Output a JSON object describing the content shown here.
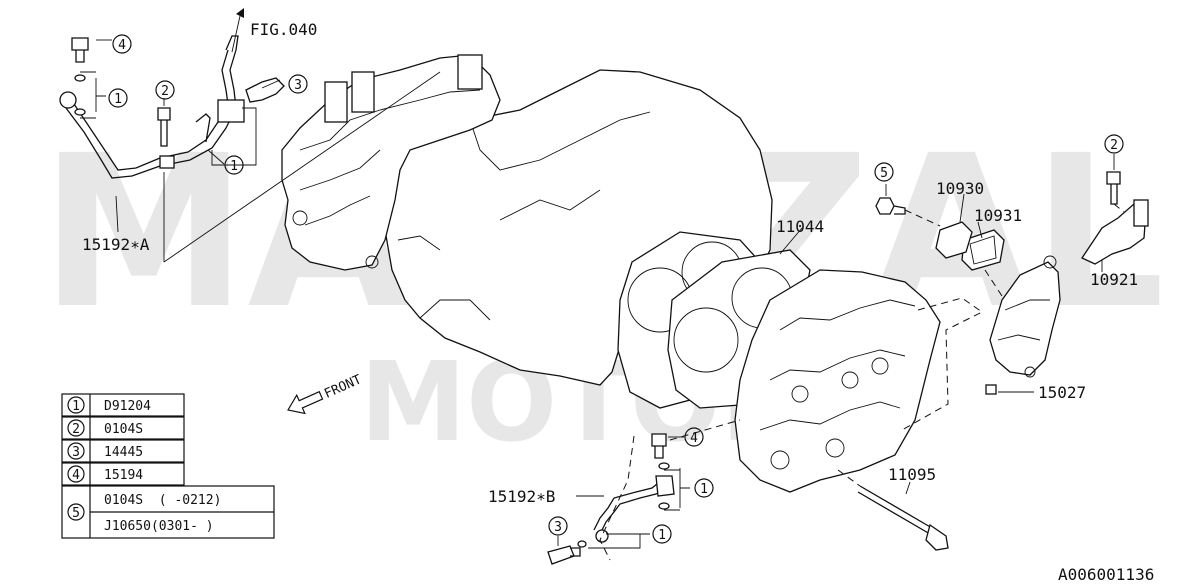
{
  "watermark": {
    "line1": "MARSZAL",
    "line2": "MOTORS"
  },
  "callouts": {
    "fig_ref": "FIG.040",
    "front": "FRONT",
    "p15192a": "15192∗A",
    "p15192b": "15192∗B",
    "p11044": "11044",
    "p10930": "10930",
    "p10931": "10931",
    "p10921": "10921",
    "p15027": "15027",
    "p11095": "11095",
    "diagram_id": "A006001136"
  },
  "markers": {
    "m1": "1",
    "m2": "2",
    "m3": "3",
    "m4": "4",
    "m5": "5"
  },
  "legend": {
    "rows": [
      {
        "ref": "1",
        "parts": [
          "D91204"
        ]
      },
      {
        "ref": "2",
        "parts": [
          "0104S"
        ]
      },
      {
        "ref": "3",
        "parts": [
          "14445"
        ]
      },
      {
        "ref": "4",
        "parts": [
          "15194"
        ]
      },
      {
        "ref": "5",
        "parts": [
          "0104S  ( -0212)",
          "J10650(0301- )"
        ]
      }
    ]
  }
}
